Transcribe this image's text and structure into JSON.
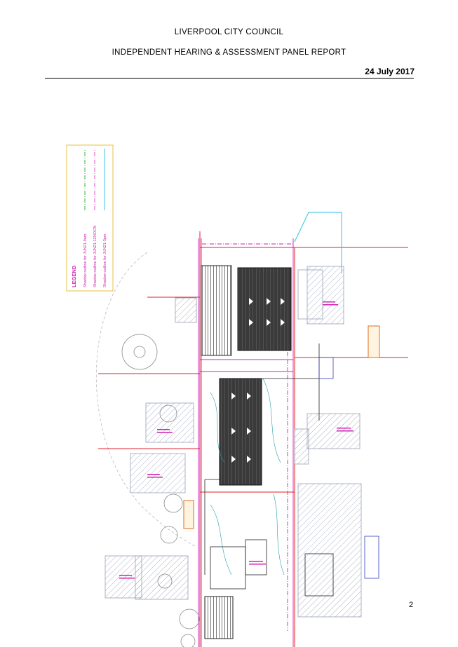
{
  "header": {
    "council": "LIVERPOOL CITY COUNCIL",
    "report": "INDEPENDENT HEARING & ASSESSMENT PANEL REPORT",
    "date": "24 July 2017"
  },
  "plan": {
    "legend_title": "LEGEND",
    "legend_items": [
      {
        "label": "Shadow outline for JUN21-9am",
        "color": "#22aa33"
      },
      {
        "label": "Shadow outline for JUN21-12NOON",
        "color": "#e040c0"
      },
      {
        "label": "Shadow outline for JUN21-3pm",
        "color": "#20c0e0"
      }
    ],
    "colors": {
      "boundary": "#e0202a",
      "legend_frame": "#e8c040",
      "magenta": "#d020b0",
      "building": "#444444",
      "hatch": "#9aa0b8"
    }
  },
  "footer": {
    "page_number": "2"
  }
}
